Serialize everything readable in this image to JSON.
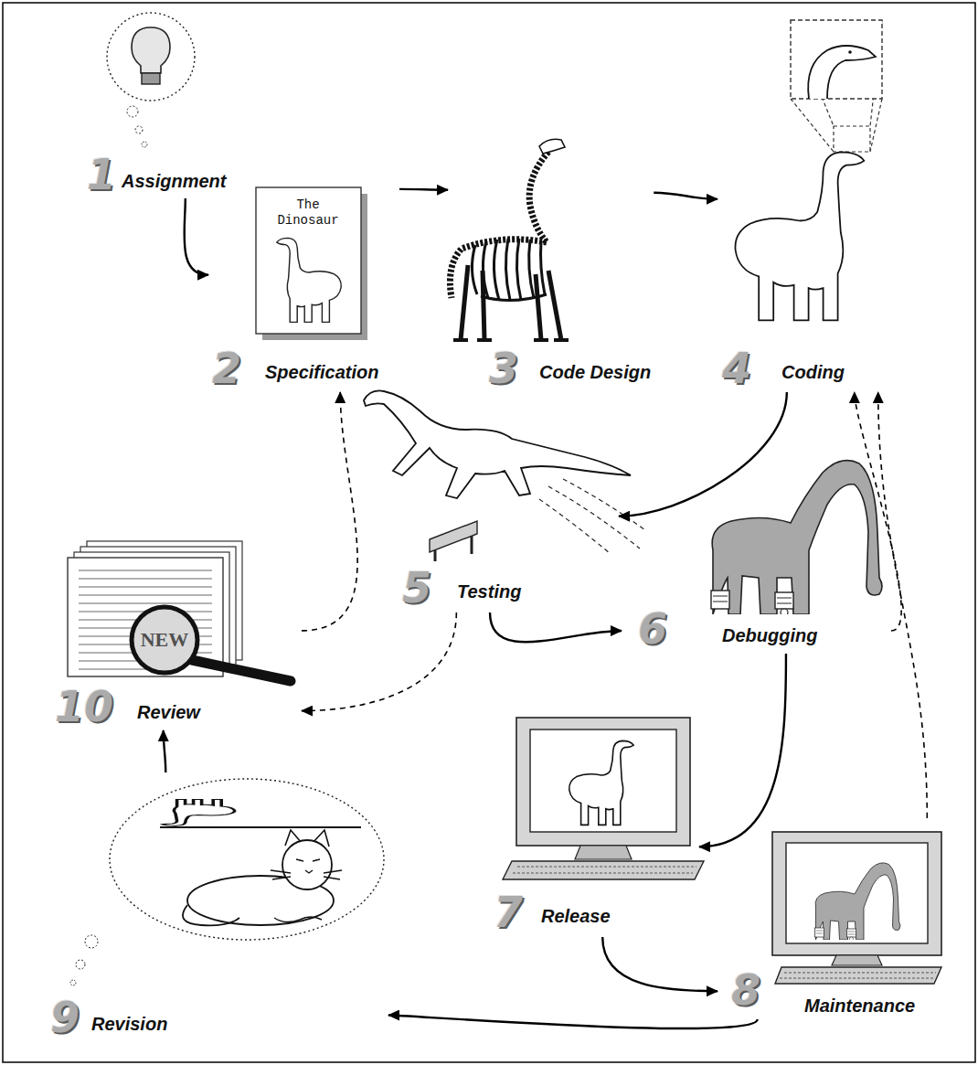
{
  "diagram": {
    "nodes": [
      {
        "text": [
          "1",
          "Assignment"
        ]
      },
      {
        "text": [
          "2",
          "Specification"
        ]
      },
      {
        "text": [
          "3",
          "Code Design"
        ]
      },
      {
        "text": [
          "4",
          "Coding"
        ]
      },
      {
        "text": [
          "5",
          "Testing"
        ]
      },
      {
        "text": [
          "6",
          "Debugging"
        ]
      },
      {
        "text": [
          "7",
          "Release"
        ]
      },
      {
        "text": [
          "8",
          "Maintenance"
        ]
      },
      {
        "text": [
          "9",
          "Revision"
        ]
      },
      {
        "text": [
          "10",
          "Review"
        ]
      }
    ],
    "edges": [
      {
        "from": 0,
        "to": 1,
        "arrow": "to"
      },
      {
        "from": 1,
        "to": 2,
        "arrow": "to"
      },
      {
        "from": 2,
        "to": 3,
        "arrow": "to"
      },
      {
        "from": 3,
        "to": 4,
        "arrow": "to"
      },
      {
        "from": 4,
        "to": 5,
        "arrow": "to"
      },
      {
        "from": 5,
        "to": 6,
        "arrow": "to"
      },
      {
        "from": 6,
        "to": 7,
        "arrow": "to"
      },
      {
        "from": 7,
        "to": 8,
        "arrow": "to"
      },
      {
        "from": 8,
        "to": 9,
        "arrow": "to"
      },
      {
        "from": 9,
        "to": 1,
        "arrow": "to"
      },
      {
        "from": 4,
        "to": 9,
        "arrow": "to"
      },
      {
        "from": 5,
        "to": 3,
        "arrow": "to"
      },
      {
        "from": 7,
        "to": 3,
        "arrow": "to"
      }
    ],
    "labels": [
      "The Dinosaur",
      "NEW"
    ]
  }
}
